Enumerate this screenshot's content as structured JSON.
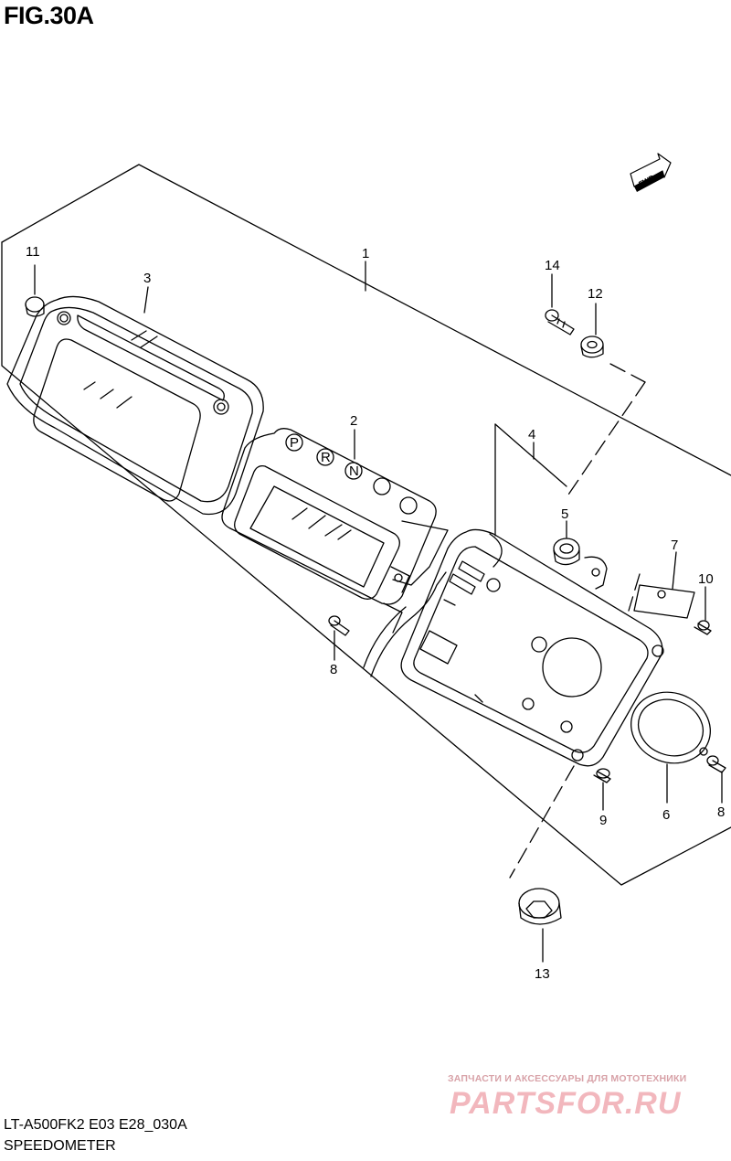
{
  "figure": {
    "title": "FIG.30A",
    "model_code": "LT-A500FK2 E03 E28_030A",
    "section": "SPEEDOMETER"
  },
  "direction_badge": "FWD",
  "shift_indicators": [
    "P",
    "R",
    "N",
    "",
    ""
  ],
  "callouts": {
    "c1": "1",
    "c2": "2",
    "c3": "3",
    "c4": "4",
    "c5": "5",
    "c6": "6",
    "c7": "7",
    "c8a": "8",
    "c8b": "8",
    "c9": "9",
    "c10": "10",
    "c11": "11",
    "c12": "12",
    "c13": "13",
    "c14": "14"
  },
  "watermark": {
    "tagline": "ЗАПЧАСТИ И АКСЕССУАРЫ ДЛЯ МОТОТЕХНИКИ",
    "logo": "PARTSFOR.RU"
  }
}
